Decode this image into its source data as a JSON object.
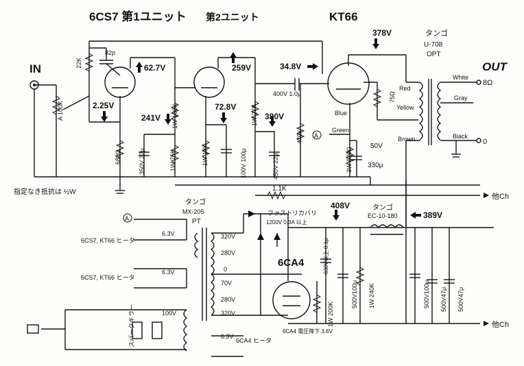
{
  "tubes": {
    "first_unit": "6CS7 第1ユニット",
    "second_unit": "第2ユニット",
    "output": "KT66",
    "rectifier": "6CA4"
  },
  "input_output": {
    "in": "IN",
    "out": "OUT"
  },
  "voltages": {
    "v1_plate": "62.7V",
    "v1_cathode": "2.25V",
    "v1_supply": "241V",
    "v2_plate": "259V",
    "v2_cathode": "72.8V",
    "v2_supply": "380V",
    "kt66_grid": "34.8V",
    "kt66_screen": "378V",
    "ps_out": "408V",
    "choke_out": "389V",
    "kt66_cathode": "50V"
  },
  "components": {
    "r_22k": "22K",
    "c_82p": "82p",
    "vol_100k": "A 100K",
    "r_680": "680Ω",
    "c_22u_350": "350V 22μ",
    "r_75k": "1W 75K",
    "r_100k": "1W 100K",
    "r_18k": "1W 18K",
    "c_100u": "100V 100μ",
    "r_27k": "1W 27K",
    "c_22u_450": "450V 22μ",
    "c_coupling": "400V 1.0μ",
    "r_470k": "470K",
    "r_620": "3W 620Ω",
    "c_330u": "330μ",
    "r_75ohm": "75Ω",
    "r_1k1": "1.1K",
    "c_01u": "630V以上 0.1μ",
    "c_100u_500a": "500V100μ",
    "r_240k": "1W 240K",
    "c_100u_500b": "500V100μ",
    "c_47u_a": "500V47μ",
    "c_47u_b": "500V47μ",
    "r_200k": "1W 200K"
  },
  "transformers": {
    "opt_maker": "タンゴ",
    "opt_model": "U-708",
    "opt_label": "OPT",
    "pt_maker": "タンゴ",
    "pt_model": "MX-205",
    "pt_label": "PT",
    "choke_maker": "タンゴ",
    "choke_model": "EC-10-180"
  },
  "opt_taps": {
    "red": "Red",
    "yellow": "Yellow",
    "brown": "Brown",
    "blue": "Blue",
    "green": "Green",
    "white": "White",
    "gray": "Gray",
    "black": "Black",
    "eight_ohm": "8Ω",
    "zero": "0"
  },
  "pt_taps": {
    "heater1": "6CS7, KT66 ヒータ",
    "heater2": "6CS7, KT66 ヒータ",
    "h1_v": "6.3V",
    "h2_v": "6.3V",
    "h3_v": "6.3V",
    "zero": "0",
    "s320a": "320V",
    "s280a": "280V",
    "s70": "70V",
    "s280b": "280V",
    "s320b": "320V",
    "p100": "100V",
    "rect_heater": "6CA4 ヒータ"
  },
  "notes": {
    "resistor_note": "指定なき抵抗は ½W",
    "fast_recovery": "ファストリカバリ",
    "diode_spec": "1200V 0.3A 以上",
    "voltage_drop": "6CA4 電圧降下 3.6V",
    "spark_killer": "スパークキラー",
    "other_ch": "他Ch",
    "node_a": "A"
  }
}
